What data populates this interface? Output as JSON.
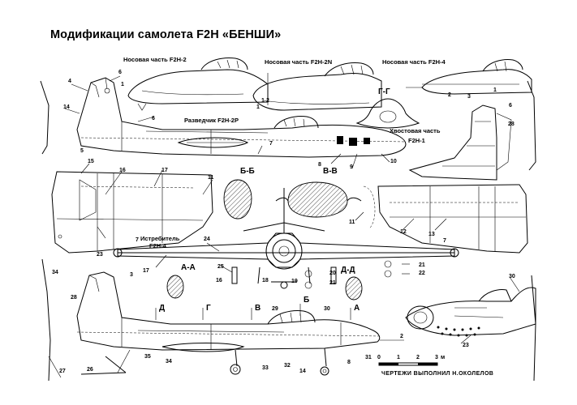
{
  "title": "Модификации самолета F2H «БЕНШИ»",
  "views": {
    "nose_f2h2": "Носовая часть F2H-2",
    "nose_f2h2n": "Носовая часть F2H-2N",
    "nose_f2h4": "Носовая часть F2H-4",
    "recon_f2h2p": "Разведчик F2H-2P",
    "tail_f2h1_line1": "Хвостовая часть",
    "tail_f2h1_line2": "F2H-1",
    "fighter_line1": "Истребитель",
    "fighter_line2": "F2H-4"
  },
  "sections": {
    "gg": "Г-Г",
    "bb": "Б-Б",
    "vv": "В-В",
    "aa": "А-А",
    "dd": "Д-Д"
  },
  "cut_marks": [
    "Д",
    "Г",
    "В",
    "Б",
    "А"
  ],
  "callouts": [
    "1",
    "2",
    "3",
    "4",
    "5",
    "6",
    "7",
    "8",
    "9",
    "10",
    "11",
    "12",
    "13",
    "14",
    "15",
    "16",
    "17",
    "18",
    "19",
    "20",
    "21",
    "22",
    "23",
    "24",
    "25",
    "26",
    "27",
    "28",
    "29",
    "30",
    "31",
    "32",
    "33",
    "34",
    "35"
  ],
  "scale": {
    "ticks": [
      "0",
      "1",
      "2",
      "3"
    ],
    "unit": "м"
  },
  "credit": "ЧЕРТЕЖИ ВЫПОЛНИЛ Н.ОКОЛЕЛОВ"
}
